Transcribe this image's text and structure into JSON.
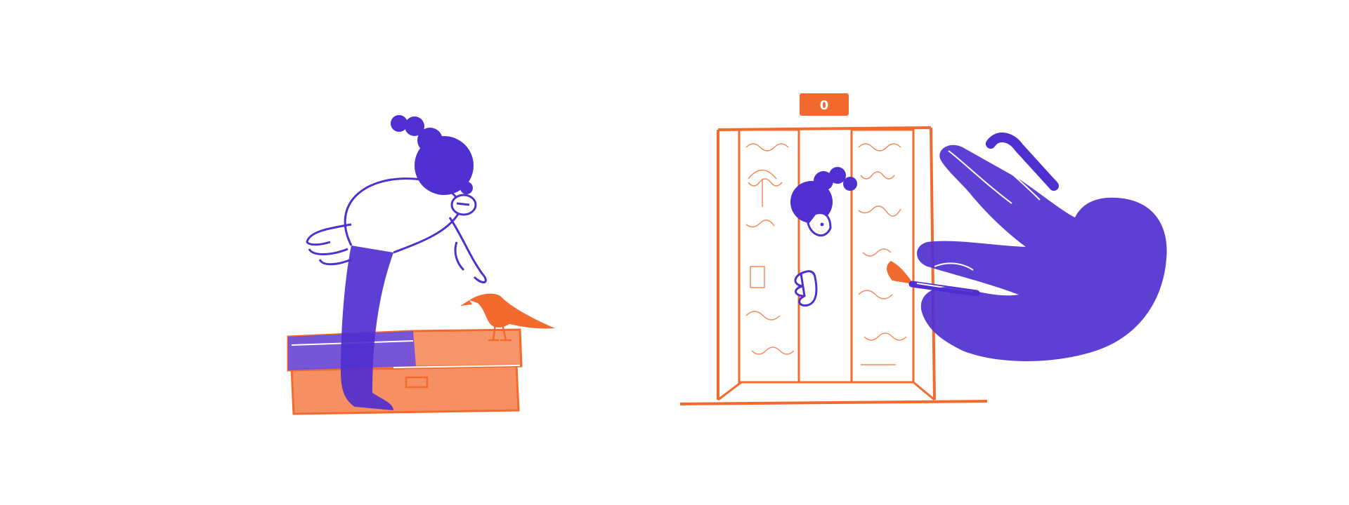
{
  "scene": {
    "palette": {
      "purple": "#4f2fd0",
      "purple_light": "#6a4fe0",
      "orange": "#f26a2e",
      "orange_light": "#f58a5a",
      "background": "#ffffff"
    },
    "left_vignette": {
      "figure": "bending-figure",
      "objects": [
        "crate",
        "crow"
      ]
    },
    "right_vignette": {
      "figure": "peeking-figure",
      "objects": [
        "elevator",
        "giant-hand",
        "paintbrush"
      ]
    },
    "floor_indicator": {
      "label": "0"
    }
  }
}
